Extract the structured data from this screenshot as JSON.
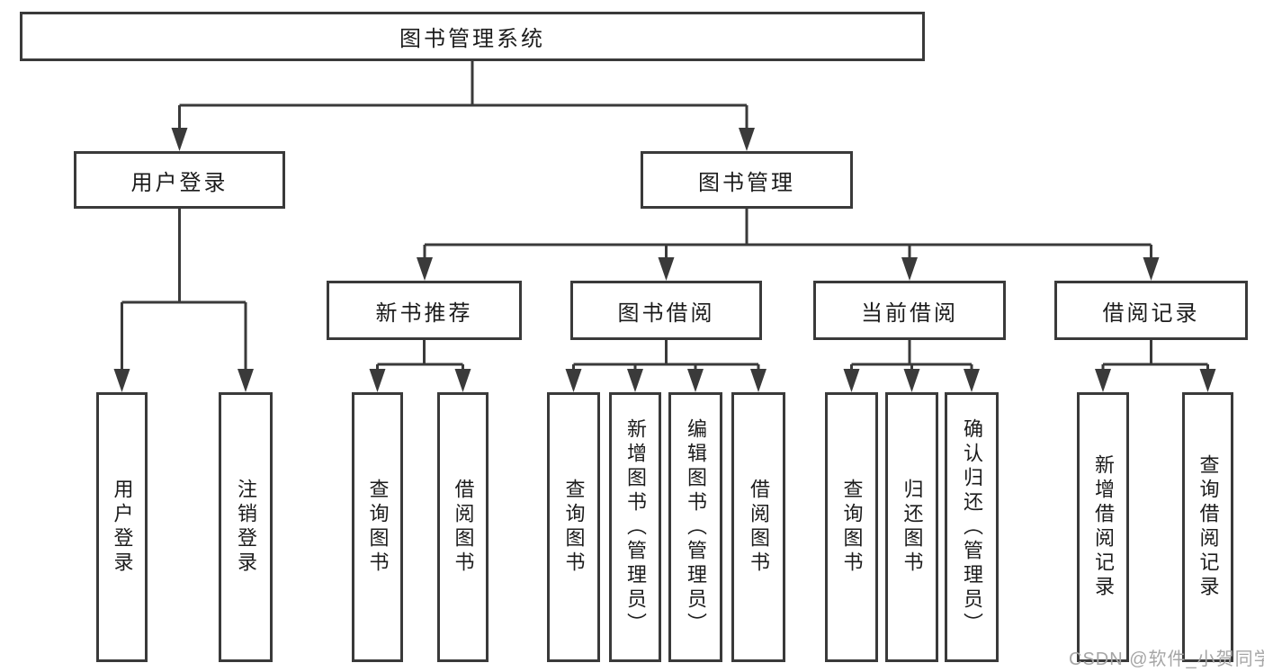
{
  "diagram_title": "图书管理系统",
  "colors": {
    "line": "#3a3a3a",
    "text": "#1c1c1c",
    "background": "#ffffff",
    "watermark": "#a6a6a6"
  },
  "watermark": "CSDN @软件_小贺同学",
  "nodes": {
    "root": {
      "label": "图书管理系统"
    },
    "user_login": {
      "label": "用户登录"
    },
    "book_management": {
      "label": "图书管理"
    },
    "new_book_recommend": {
      "label": "新书推荐"
    },
    "book_borrow": {
      "label": "图书借阅"
    },
    "current_borrow": {
      "label": "当前借阅"
    },
    "borrow_records": {
      "label": "借阅记录"
    },
    "leaves": {
      "user_login_leaf": {
        "label": "用户登录"
      },
      "logout": {
        "label": "注销登录"
      },
      "rec_query_books": {
        "label": "查询图书"
      },
      "rec_borrow_books": {
        "label": "借阅图书"
      },
      "bb_query_books": {
        "label": "查询图书"
      },
      "bb_add_books": {
        "label": "新增图书（管理员）"
      },
      "bb_edit_books": {
        "label": "编辑图书（管理员）"
      },
      "bb_borrow_books": {
        "label": "借阅图书"
      },
      "cb_query_books": {
        "label": "查询图书"
      },
      "cb_return_books": {
        "label": "归还图书"
      },
      "cb_confirm_return": {
        "label": "确认归还（管理员）"
      },
      "br_add_record": {
        "label": "新增借阅记录"
      },
      "br_query_record": {
        "label": "查询借阅记录"
      }
    }
  }
}
